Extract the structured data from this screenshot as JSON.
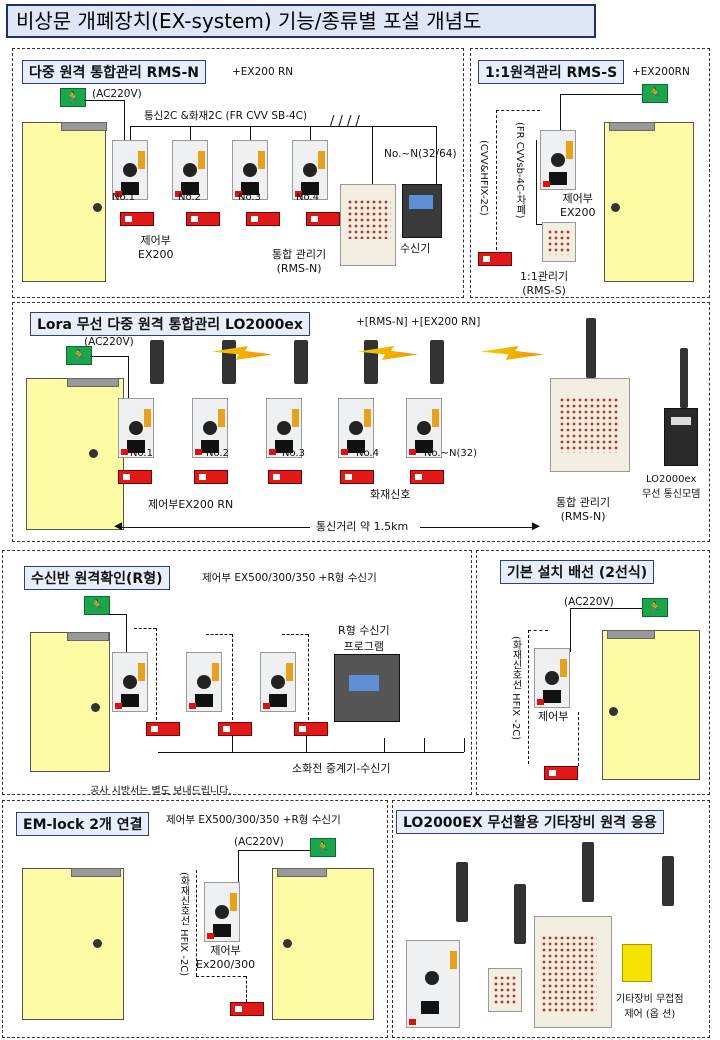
{
  "title": "비상문 개폐장치(EX-system) 기능/종류별 포설 개념도",
  "sec1": {
    "title": "다중 원격 통합관리 RMS-N",
    "suffix": "+EX200 RN",
    "ac": "(AC220V)",
    "comm": "통신2C &화재2C (FR CVV SB-4C)",
    "nos": [
      "No.1",
      "No.2",
      "No.3",
      "No.4"
    ],
    "no_n": "No.~N(32/64)",
    "ctrl_label": "제어부\nEX200",
    "mgr": "통합 관리기\n(RMS-N)",
    "recv": "수신기"
  },
  "sec2": {
    "title": "1:1원격관리 RMS-S",
    "suffix": "+EX200RN",
    "wire": "(FR CVVsb-4C-차폐)",
    "wire2": "(CVV&HFIX-2C)",
    "ctrl_label": "제어부\nEX200",
    "mgr": "1:1관리기\n(RMS-S)"
  },
  "sec3": {
    "title": "Lora 무선 다중  원격 통합관리  LO2000ex",
    "suffix": "+[RMS-N] +[EX200 RN]",
    "ac": "(AC220V)",
    "nos": [
      "No.1",
      "No.2",
      "No.3",
      "No.4",
      "No.~N(32)"
    ],
    "ctrl": "제어부EX200 RN",
    "fire": "화재신호",
    "distance": "통신거리 약 1.5km",
    "mgr": "통합 관리기\n(RMS-N)",
    "modem": "LO2000ex\n무선 통신모뎀"
  },
  "sec4": {
    "title": "수신반 원격확인(R형)",
    "suffix": "제어부  EX500/300/350 +R형 수신기",
    "program": "R형 수신기\n프로그램",
    "relay": "소화전 중계기-수신기",
    "note": "공사 시방서는 별도 보내드립니다."
  },
  "sec5": {
    "title": "기본 설치 배선 (2선식)",
    "ac": "(AC220V)",
    "wire": "(화재신호선 HFIX -2C)",
    "ctrl": "제어부"
  },
  "sec6": {
    "title": "EM-lock  2개 연결",
    "suffix": "제어부  EX500/300/350 +R형 수신기",
    "ac": "(AC220V)",
    "wire": "(화재신호선 HFIX -2C)",
    "ctrl": "제어부\nEx200/300"
  },
  "sec7": {
    "title": "LO2000EX 무선활용 기타장비 원격 응용",
    "label": "기타장비 무접점\n제어 (옵 션)"
  },
  "icons": {
    "exit": "exit-sign-icon",
    "lock": "em-lock-icon",
    "antenna": "antenna-icon",
    "bolt": "lightning-icon"
  }
}
